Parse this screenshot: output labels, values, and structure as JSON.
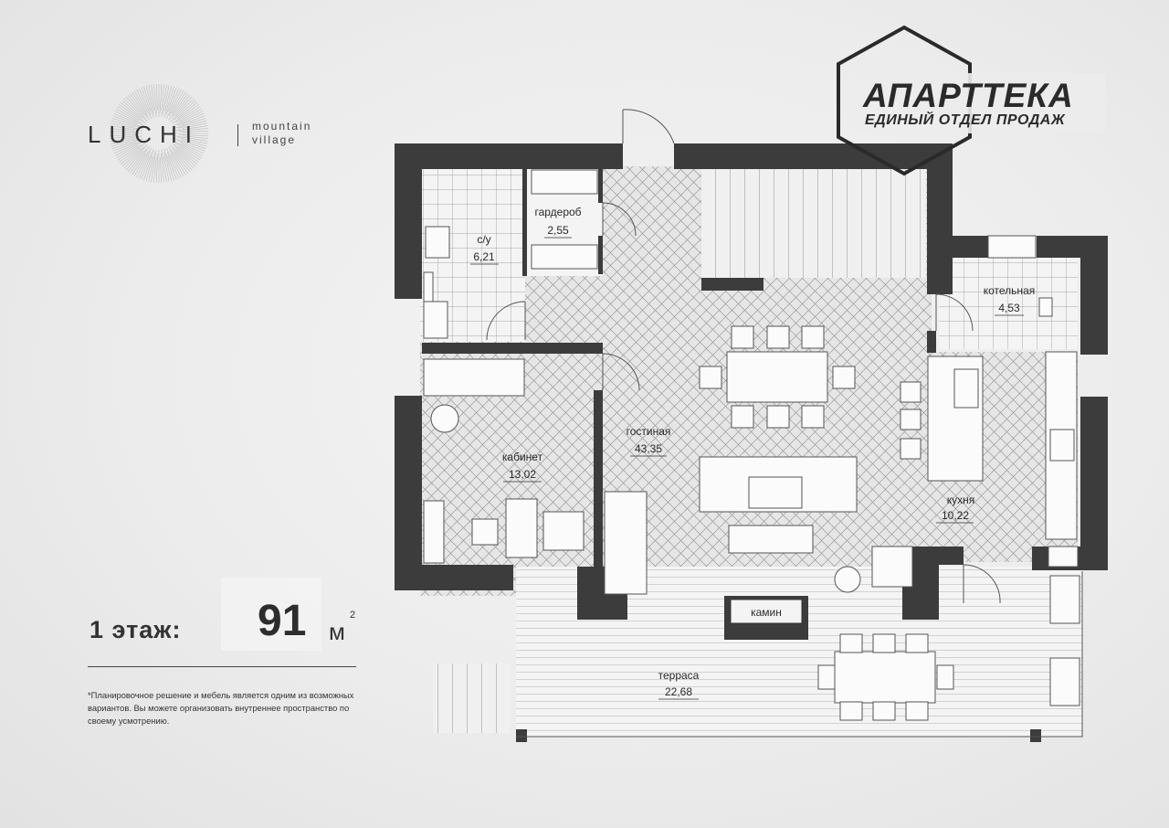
{
  "brand": {
    "logo_word": "LUCHI",
    "logo_sub_line1": "mountain",
    "logo_sub_line2": "village"
  },
  "watermark": {
    "title": "АПАРТТЕКА",
    "subtitle": "ЕДИНЫЙ ОТДЕЛ ПРОДАЖ"
  },
  "floor": {
    "label": "1 этаж:",
    "area_value": "91",
    "area_unit": "м",
    "area_unit_power": "2"
  },
  "note": "*Планировочное решение и мебель является одним из возможных вариантов. Вы можете организовать внутреннее пространство по своему усмотрению.",
  "rooms": [
    {
      "name": "с/у",
      "area": "6,21"
    },
    {
      "name": "гардероб",
      "area": "2,55"
    },
    {
      "name": "котельная",
      "area": "4,53"
    },
    {
      "name": "гостиная",
      "area": "43,35"
    },
    {
      "name": "кабинет",
      "area": "13,02"
    },
    {
      "name": "кухня",
      "area": "10,22"
    },
    {
      "name": "терраса",
      "area": "22,68"
    },
    {
      "name": "камин",
      "area": ""
    }
  ],
  "colors": {
    "wall": "#3c3c3c",
    "floor_parquet": "#e4e4e4",
    "floor_tile": "#f2f2f2",
    "background": "#ececec"
  }
}
